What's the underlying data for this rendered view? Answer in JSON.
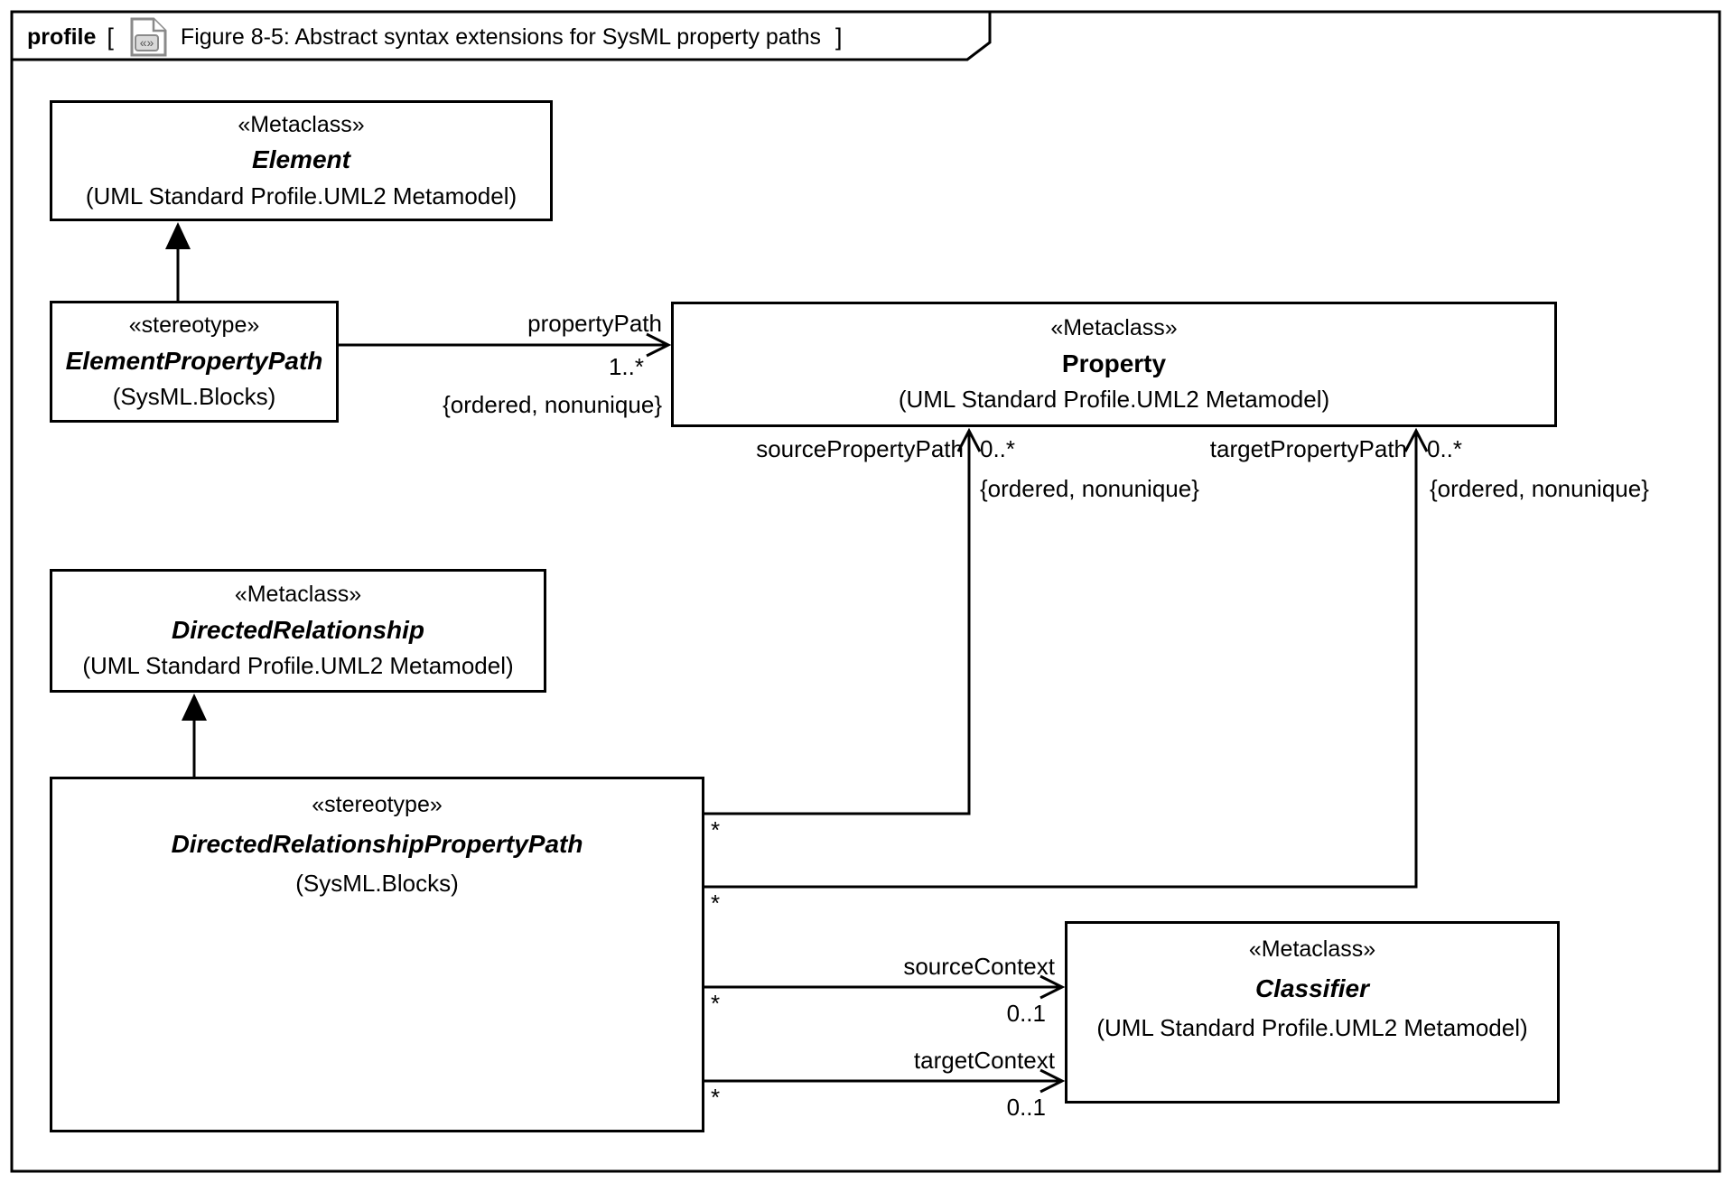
{
  "frame": {
    "kind_label": "profile",
    "bracket_open": "[",
    "bracket_close": "]",
    "title": "Figure 8-5: Abstract syntax extensions for SysML property paths",
    "icon": "profile-diagram-icon",
    "icon_glyph": "«»"
  },
  "boxes": {
    "element": {
      "stereotype": "«Metaclass»",
      "name": "Element",
      "package": "(UML Standard Profile.UML2 Metamodel)"
    },
    "element_property_path": {
      "stereotype": "«stereotype»",
      "name": "ElementPropertyPath",
      "package": "(SysML.Blocks)"
    },
    "property": {
      "stereotype": "«Metaclass»",
      "name": "Property",
      "package": "(UML Standard Profile.UML2 Metamodel)"
    },
    "directed_relationship": {
      "stereotype": "«Metaclass»",
      "name": "DirectedRelationship",
      "package": "(UML Standard Profile.UML2 Metamodel)"
    },
    "directed_relationship_property_path": {
      "stereotype": "«stereotype»",
      "name": "DirectedRelationshipPropertyPath",
      "package": "(SysML.Blocks)"
    },
    "classifier": {
      "stereotype": "«Metaclass»",
      "name": "Classifier",
      "package": "(UML Standard Profile.UML2 Metamodel)"
    }
  },
  "associations": {
    "property_path": {
      "name": "propertyPath",
      "target_multiplicity": "1..*",
      "constraint": "{ordered, nonunique}"
    },
    "source_property_path": {
      "name": "sourcePropertyPath",
      "target_multiplicity": "0..*",
      "constraint": "{ordered, nonunique}",
      "source_multiplicity": "*"
    },
    "target_property_path": {
      "name": "targetPropertyPath",
      "target_multiplicity": "0..*",
      "constraint": "{ordered, nonunique}",
      "source_multiplicity": "*"
    },
    "source_context": {
      "name": "sourceContext",
      "target_multiplicity": "0..1",
      "source_multiplicity": "*"
    },
    "target_context": {
      "name": "targetContext",
      "target_multiplicity": "0..1",
      "source_multiplicity": "*"
    }
  },
  "colors": {
    "line": "#000000",
    "background": "#ffffff",
    "icon_gray": "#8a8a8a",
    "icon_fill": "#d9d9d9"
  }
}
